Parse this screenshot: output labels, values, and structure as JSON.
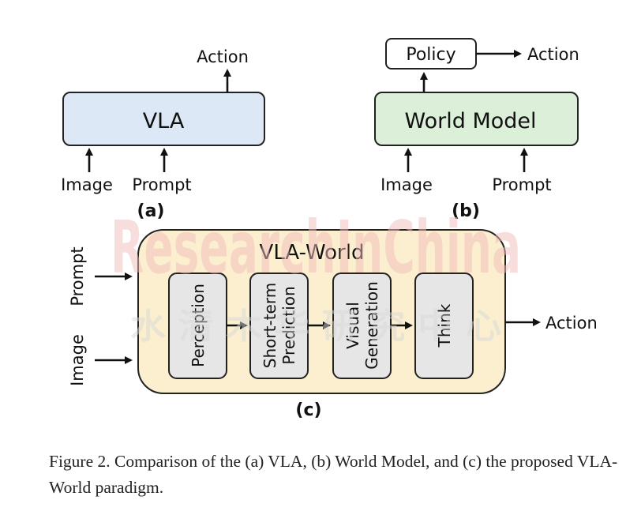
{
  "watermark": {
    "brand": "ResearchInChina",
    "chinese": "水 清 木 华 研 究 中 心"
  },
  "panel_a": {
    "label": "(a)",
    "box": "VLA",
    "output": "Action",
    "inputs": [
      "Image",
      "Prompt"
    ]
  },
  "panel_b": {
    "label": "(b)",
    "box": "World Model",
    "policy": "Policy",
    "output": "Action",
    "inputs": [
      "Image",
      "Prompt"
    ]
  },
  "panel_c": {
    "label": "(c)",
    "title": "VLA-World",
    "inputs": [
      "Prompt",
      "Image"
    ],
    "output": "Action",
    "stages": [
      {
        "lines": [
          "Perception"
        ]
      },
      {
        "lines": [
          "Short-term",
          "Prediction"
        ]
      },
      {
        "lines": [
          "Visual",
          "Generation"
        ]
      },
      {
        "lines": [
          "Think"
        ]
      }
    ]
  },
  "colors": {
    "vla_fill": "#dce8f6",
    "wm_fill": "#dcefd8",
    "policy_fill": "#ffffff",
    "vlaworld_fill": "#fbefcf",
    "stage_fill": "#e6e6e6",
    "watermark_red": "#f2bcbc",
    "watermark_gray": "#d9d9d9"
  },
  "caption": "Figure 2. Comparison of the (a) VLA, (b) World Model, and (c) the proposed VLA-World paradigm."
}
